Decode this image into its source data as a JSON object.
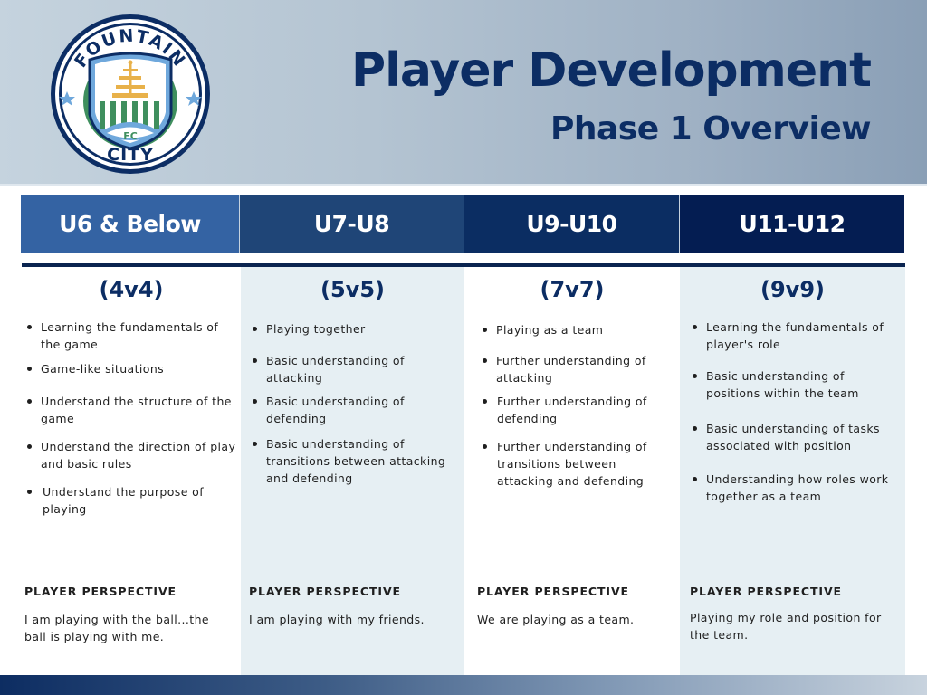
{
  "header": {
    "title": "Player Development",
    "subtitle": "Phase 1 Overview",
    "logo": {
      "top_text": "FOUNTAIN",
      "bottom_text": "CITY",
      "badge_text": "FC",
      "icon": "fountain-crest-icon",
      "colors": {
        "navy": "#0c2d64",
        "sky": "#6fa8dc",
        "green": "#3f8f5e",
        "gold": "#e8b14a"
      }
    }
  },
  "colors": {
    "title": "#0c2d64",
    "tab_1": "#3463a3",
    "tab_2": "#1f4577",
    "tab_3": "#0b2d62",
    "tab_4": "#041d52",
    "column_shade": "#e6eff3",
    "rule": "#0a2450"
  },
  "columns": [
    {
      "age_group": "U6 & Below",
      "format": "(4v4)",
      "goals": [
        "Learning the fundamentals of the game",
        "Game-like situations",
        "Understand the structure of the game",
        "Understand the direction of play and basic rules",
        "Understand the purpose of playing"
      ],
      "perspective_label": "PLAYER PERSPECTIVE",
      "perspective_text": "I am playing with the ball...the ball is playing with me."
    },
    {
      "age_group": "U7-U8",
      "format": "(5v5)",
      "goals": [
        "Playing together",
        "Basic understanding of attacking",
        "Basic understanding of defending",
        "Basic understanding of transitions between attacking and defending"
      ],
      "perspective_label": "PLAYER PERSPECTIVE",
      "perspective_text": "I am playing with my friends."
    },
    {
      "age_group": "U9-U10",
      "format": "(7v7)",
      "goals": [
        "Playing as a team",
        "Further understanding of attacking",
        "Further understanding of defending",
        "Further understanding of transitions between attacking and defending"
      ],
      "perspective_label": "PLAYER PERSPECTIVE",
      "perspective_text": "We are playing as a team."
    },
    {
      "age_group": "U11-U12",
      "format": "(9v9)",
      "goals": [
        "Learning the fundamentals of player's role",
        "Basic understanding of positions within the team",
        "Basic understanding of tasks associated with position",
        "Understanding how roles work together as a team"
      ],
      "perspective_label": "PLAYER PERSPECTIVE",
      "perspective_text": "Playing my role and position for the team."
    }
  ]
}
